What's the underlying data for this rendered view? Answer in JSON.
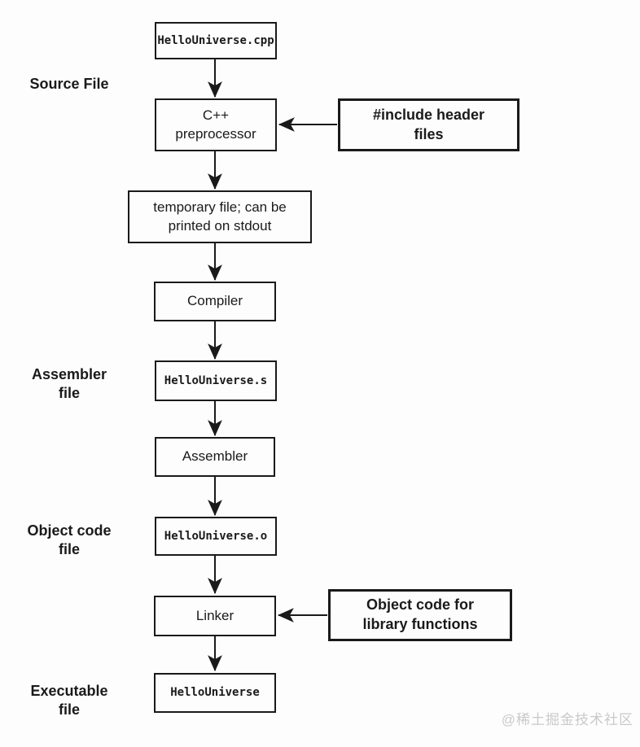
{
  "nodes": {
    "source_cpp": "HelloUniverse.cpp",
    "preprocessor": "C++\npreprocessor",
    "include_note": "#include header\nfiles",
    "temp_file": "temporary file; can be\nprinted on stdout",
    "compiler": "Compiler",
    "assembly_file": "HelloUniverse.s",
    "assembler": "Assembler",
    "object_file": "HelloUniverse.o",
    "linker": "Linker",
    "lib_note": "Object code for\nlibrary functions",
    "executable": "HelloUniverse"
  },
  "stage_labels": {
    "source": "Source File",
    "assembler": "Assembler\nfile",
    "object": "Object code\nfile",
    "executable": "Executable\nfile"
  },
  "watermark": "@稀土掘金技术社区",
  "colors": {
    "line": "#1a1a1a",
    "box_border": "#1a1a1a",
    "text": "#1a1a1a",
    "watermark": "#c9c9c9",
    "background": "#fdfdfd"
  }
}
